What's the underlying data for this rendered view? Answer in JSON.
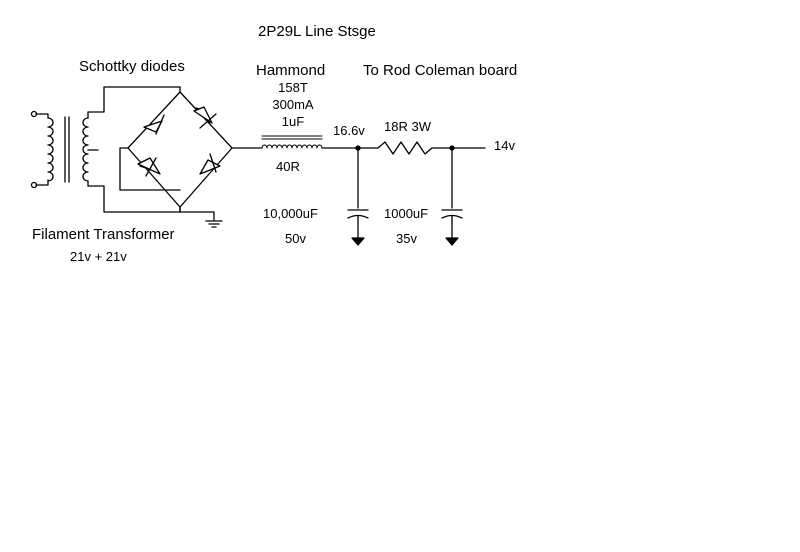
{
  "title": "2P29L Line Stsge",
  "labels": {
    "diodes": "Schottky  diodes",
    "choke_brand": "Hammond",
    "choke_model": "158T",
    "choke_current": "300mA",
    "choke_cap": "1uF",
    "choke_resistance": "40R",
    "destination": "To Rod Coleman board",
    "node_voltage": "16.6v",
    "resistor": "18R  3W",
    "output_voltage": "14v",
    "cap1_value": "10,000uF",
    "cap1_voltage": "50v",
    "cap2_value": "1000uF",
    "cap2_voltage": "35v",
    "transformer": "Filament Transformer",
    "transformer_rating": "21v + 21v"
  }
}
